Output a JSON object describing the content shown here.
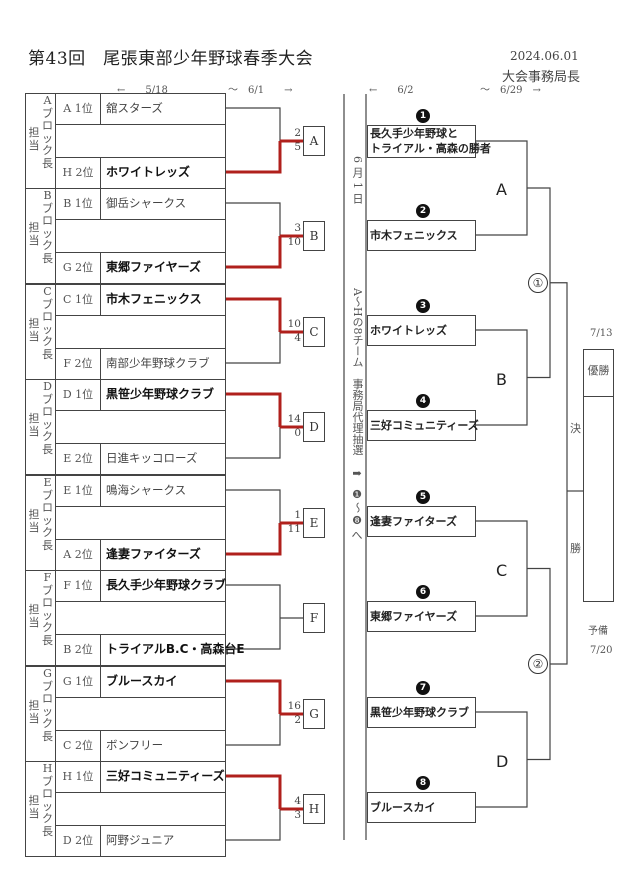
{
  "header": {
    "title": "第43回　尾張東部少年野球春季大会",
    "date": "2024.06.01",
    "issuer": "大会事務局長"
  },
  "schedule": {
    "left_start": "←　　5/18",
    "left_end": "～　6/1　　→",
    "right_start": "←　　6/2",
    "right_end": "～　6/29　→"
  },
  "blocks": [
    {
      "id": "A",
      "side_label": "Aブロック長",
      "tanto": "担当",
      "rows": [
        {
          "rank": "A 1位",
          "team": "舘スターズ",
          "winner": false
        },
        {
          "rank": "H 2位",
          "team": "ホワイトレッズ",
          "winner": true
        }
      ],
      "scores": [
        "2",
        "5"
      ],
      "game": "A"
    },
    {
      "id": "B",
      "side_label": "Bブロック長",
      "tanto": "担当",
      "rows": [
        {
          "rank": "B 1位",
          "team": "御岳シャークス",
          "winner": false
        },
        {
          "rank": "G 2位",
          "team": "東郷ファイヤーズ",
          "winner": true
        }
      ],
      "scores": [
        "3",
        "10"
      ],
      "game": "B"
    },
    {
      "id": "C",
      "side_label": "Cブロック長",
      "tanto": "担当",
      "rows": [
        {
          "rank": "C 1位",
          "team": "市木フェニックス",
          "winner": true
        },
        {
          "rank": "F 2位",
          "team": "南部少年野球クラブ",
          "winner": false
        }
      ],
      "scores": [
        "10",
        "4"
      ],
      "game": "C"
    },
    {
      "id": "D",
      "side_label": "Dブロック長",
      "tanto": "担当",
      "rows": [
        {
          "rank": "D 1位",
          "team": "黒笹少年野球クラブ",
          "winner": true
        },
        {
          "rank": "E 2位",
          "team": "日進キッコローズ",
          "winner": false
        }
      ],
      "scores": [
        "14",
        "0"
      ],
      "game": "D"
    },
    {
      "id": "E",
      "side_label": "Eブロック長",
      "tanto": "担当",
      "rows": [
        {
          "rank": "E 1位",
          "team": "鳴海シャークス",
          "winner": false
        },
        {
          "rank": "A 2位",
          "team": "逢妻ファイターズ",
          "winner": true
        }
      ],
      "scores": [
        "1",
        "11"
      ],
      "game": "E"
    },
    {
      "id": "F",
      "side_label": "Fブロック長",
      "tanto": "担当",
      "rows": [
        {
          "rank": "F 1位",
          "team": "長久手少年野球クラブ",
          "winner": true
        },
        {
          "rank": "B 2位",
          "team": "トライアルB.C・高森台E",
          "winner": true
        }
      ],
      "scores": [
        "",
        ""
      ],
      "game": "F"
    },
    {
      "id": "G",
      "side_label": "Gブロック長",
      "tanto": "担当",
      "rows": [
        {
          "rank": "G 1位",
          "team": "ブルースカイ",
          "winner": true
        },
        {
          "rank": "C 2位",
          "team": "ボンフリー",
          "winner": false
        }
      ],
      "scores": [
        "16",
        "2"
      ],
      "game": "G"
    },
    {
      "id": "H",
      "side_label": "Hブロック長",
      "tanto": "担当",
      "rows": [
        {
          "rank": "H 1位",
          "team": "三好コミュニティーズ",
          "winner": true
        },
        {
          "rank": "D 2位",
          "team": "阿野ジュニア",
          "winner": false
        }
      ],
      "scores": [
        "4",
        "3"
      ],
      "game": "H"
    }
  ],
  "center_note": {
    "date_vertical": "6月1日",
    "text_vertical": "A～Hの8チーム　事務局代理抽選",
    "arrow": "➡",
    "seed_from": "❶",
    "tilde": "～",
    "seed_to": "❽",
    "he": "へ"
  },
  "seeds": [
    {
      "num": "1",
      "team_line1": "長久手少年野球と",
      "team_line2": "トライアル・高森の勝者"
    },
    {
      "num": "2",
      "team_line1": "市木フェニックス",
      "team_line2": ""
    },
    {
      "num": "3",
      "team_line1": "ホワイトレッズ",
      "team_line2": ""
    },
    {
      "num": "4",
      "team_line1": "三好コミュニティーズ",
      "team_line2": ""
    },
    {
      "num": "5",
      "team_line1": "逢妻ファイターズ",
      "team_line2": ""
    },
    {
      "num": "6",
      "team_line1": "東郷ファイヤーズ",
      "team_line2": ""
    },
    {
      "num": "7",
      "team_line1": "黒笹少年野球クラブ",
      "team_line2": ""
    },
    {
      "num": "8",
      "team_line1": "ブルースカイ",
      "team_line2": ""
    }
  ],
  "quarter_labels": [
    "A",
    "B",
    "C",
    "D"
  ],
  "semi_labels": [
    "①",
    "②"
  ],
  "final": {
    "label_top": "決",
    "label_bottom": "勝",
    "date": "7/13",
    "champion_label": "優勝",
    "reserve_label": "予備",
    "reserve_date": "7/20"
  },
  "colors": {
    "winner_line": "#b0201c",
    "line": "#444444"
  }
}
